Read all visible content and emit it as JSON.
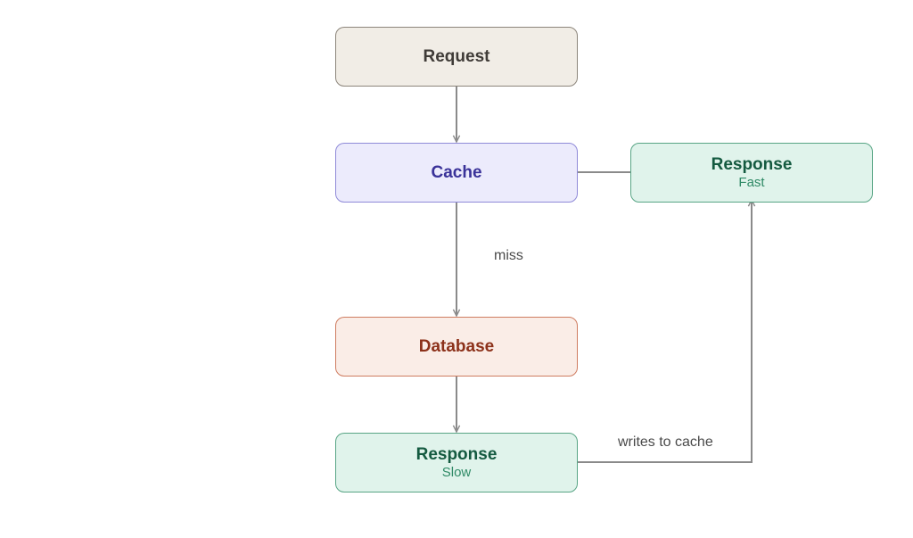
{
  "nodes": {
    "request": {
      "title": "Request"
    },
    "cache": {
      "title": "Cache"
    },
    "database": {
      "title": "Database"
    },
    "response_slow": {
      "title": "Response",
      "subtitle": "Slow"
    },
    "response_fast": {
      "title": "Response",
      "subtitle": "Fast"
    }
  },
  "edges": {
    "cache_to_database": {
      "label": "miss"
    },
    "slow_to_fast": {
      "label": "writes to cache"
    }
  },
  "colors": {
    "edge": "#8a8a8a",
    "request_fill": "#f1ede6",
    "cache_fill": "#ecebfc",
    "database_fill": "#faede7",
    "response_fill": "#e0f3eb"
  }
}
